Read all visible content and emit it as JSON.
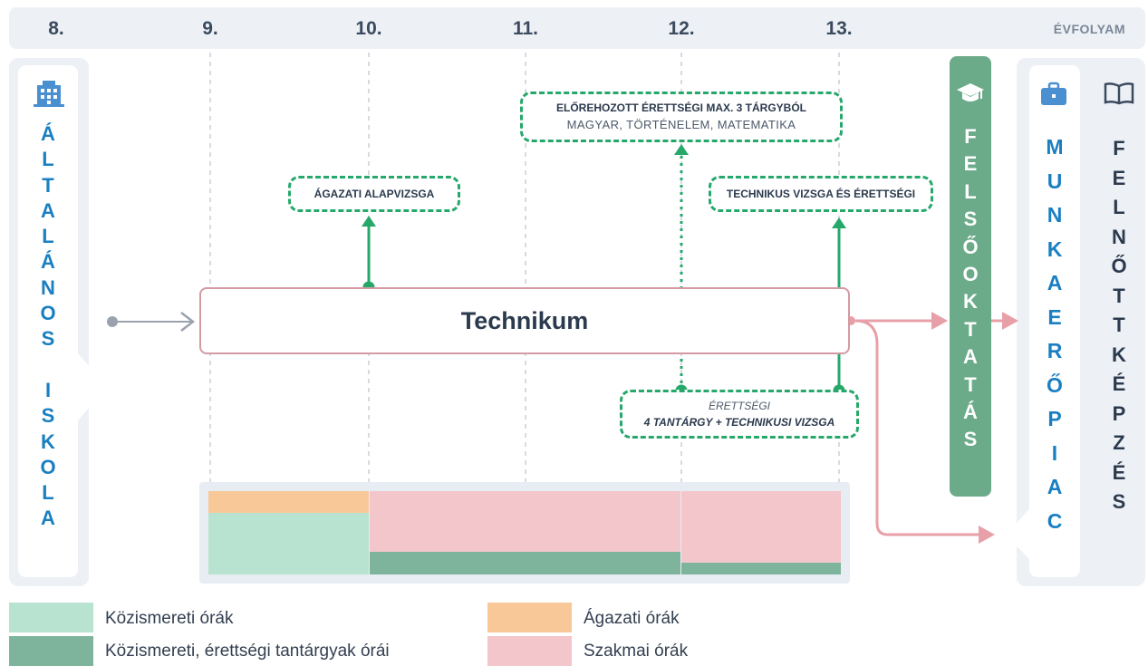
{
  "grades": {
    "g8": "8.",
    "g9": "9.",
    "g10": "10.",
    "g11": "11.",
    "g12": "12.",
    "g13": "13.",
    "header_label": "ÉVFOLYAM"
  },
  "left_card": {
    "text": "Á\nL\nT\nA\nL\nÁ\nN\nO\nS\n\nI\nS\nK\nO\nL\nA",
    "icon": "building-icon"
  },
  "felsooktatas": {
    "text": "F\nE\nL\nS\nŐ\nO\nK\nT\nA\nT\nÁ\nS",
    "icon": "graduation-cap-icon"
  },
  "munkaeropiac": {
    "text": "M\nU\nN\nK\nA\nE\nR\nŐ\nP\nI\nA\nC",
    "icon": "briefcase-icon"
  },
  "felnottkepzes": {
    "text": "F\nE\nL\nN\nŐ\nT\nT\nK\nÉ\nP\nZ\nÉ\nS",
    "icon": "book-icon"
  },
  "technikum": {
    "label": "Technikum"
  },
  "boxes": {
    "agazati": "ÁGAZATI ALAPVIZSGA",
    "elorehozott_line1": "ELŐREHOZOTT ÉRETTSÉGI MAX. 3 TÁRGYBÓL",
    "elorehozott_line2": "MAGYAR, TÖRTÉNELEM, MATEMATIKA",
    "technikus": "TECHNIKUS VIZSGA ÉS ÉRETTSÉGI",
    "erettsegi_line1": "ÉRETTSÉGI",
    "erettsegi_line2": "4 TANTÁRGY + TECHNIKUSI VIZSGA"
  },
  "legend": {
    "kozismereti": "Közismereti órák",
    "kozismereti_erettsegi": "Közismereti, érettségi tantárgyak órái",
    "agazati": "Ágazati órák",
    "szakmai": "Szakmai órák"
  },
  "colors": {
    "kozismereti": "#b8e3d1",
    "kozismereti_erettsegi": "#7fb49c",
    "agazati": "#f9c898",
    "szakmai": "#f2c6cb",
    "accent_green": "#26a86b",
    "blue": "#1a7fc1"
  }
}
